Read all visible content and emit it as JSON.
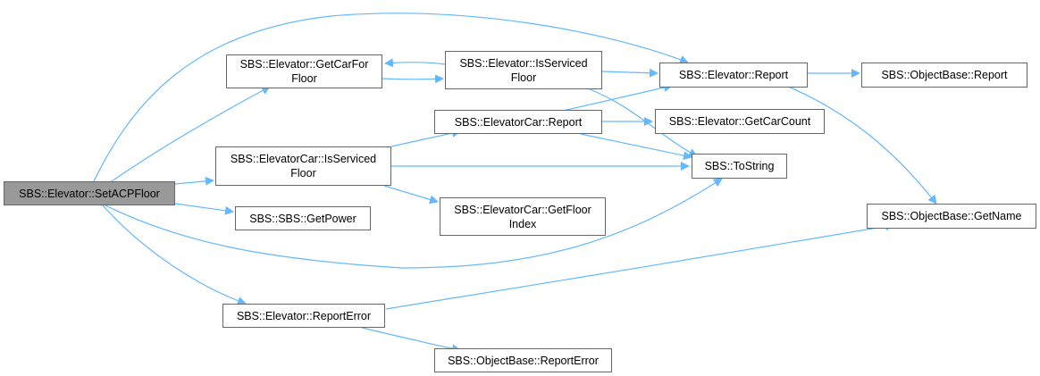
{
  "colors": {
    "edge": "#63b8ff",
    "node_border": "#666666",
    "root_fill": "#999999",
    "node_fill": "#ffffff"
  },
  "nodes": {
    "set_acp_floor": "SBS::Elevator::SetACPFloor",
    "get_car_for_floor": "SBS::Elevator::GetCarFor\nFloor",
    "is_serviced_floor_elevator": "SBS::Elevator::IsServiced\nFloor",
    "elevator_report": "SBS::Elevator::Report",
    "objectbase_report": "SBS::ObjectBase::Report",
    "elevatorcar_report": "SBS::ElevatorCar::Report",
    "get_car_count": "SBS::Elevator::GetCarCount",
    "elevatorcar_is_serviced_floor": "SBS::ElevatorCar::IsServiced\nFloor",
    "to_string": "SBS::ToString",
    "get_power": "SBS::SBS::GetPower",
    "get_floor_index": "SBS::ElevatorCar::GetFloor\nIndex",
    "get_name": "SBS::ObjectBase::GetName",
    "report_error": "SBS::Elevator::ReportError",
    "objectbase_report_error": "SBS::ObjectBase::ReportError"
  }
}
